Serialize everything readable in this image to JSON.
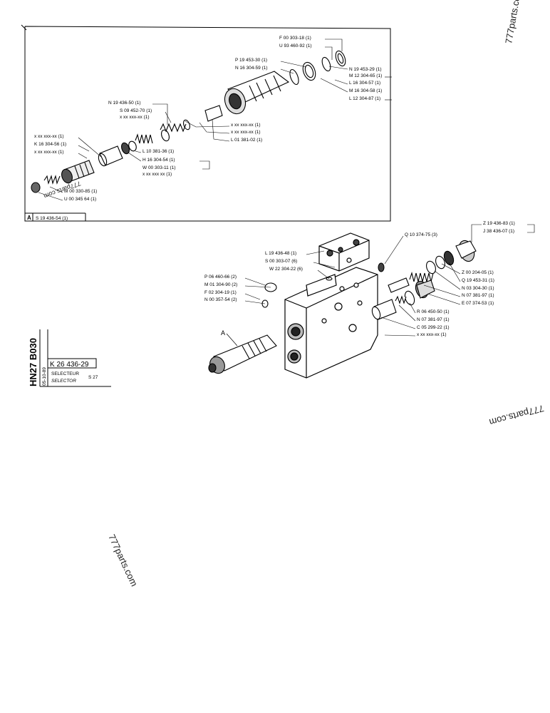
{
  "inset": {
    "labels": [
      "F 00 303-18 (1)",
      "U 93 460-92 (1)",
      "P 19 453-30 (1)",
      "N 16 304-59 (1)",
      "N 19 453-29 (1)",
      "M 12 304-65 (1)",
      "L 16 304-57 (1)",
      "M 16 304-58 (1)",
      "L 12 304-87 (1)",
      "N 19 436-50 (1)",
      "S 09 452-70 (1)",
      "x xx xxx-xx (1)",
      "x xx xxx-xx (1)",
      "x xx xxx-xx (1)",
      "L 01 381-02 (1)",
      "x xx xxx-xx (1)",
      "K 16 304-56 (1)",
      "x xx xxx-xx (1)",
      "L 10 381-36 (1)",
      "H 16 304-54 (1)",
      "W 00 303-11 (1)",
      "x xx xxx xx (1)",
      "M 00 330-85 (1)",
      "U 00 345 64 (1)"
    ],
    "key_letter": "A",
    "key_text": "S 19 436-54 (1)"
  },
  "main": {
    "labels_right": [
      "Z 19 436-83 (1)",
      "J 38 436-07 (1)",
      "Q 10 374-75 (3)",
      "Z 00 204-05 (1)",
      "Q 19 453-31 (1)",
      "N 03 304-30 (1)",
      "N 07 381-97 (1)",
      "E 07 374-53 (1)",
      "R 06 450-50 (1)",
      "N 07 381-97 (1)",
      "C 05 299-22 (1)",
      "x xx xxx-xx (1)"
    ],
    "labels_left": [
      "L 19 436-48 (1)",
      "S 00 303-07 (6)",
      "W 22 304-22 (6)",
      "P 06 460-66 (2)",
      "M 01 304-90 (2)",
      "F 02 304-19 (1)",
      "N 00 357-54 (2)"
    ],
    "callout_a": "A"
  },
  "titleblock": {
    "code": "HN27 B030",
    "date": "05-10-89",
    "part": "K 26 436-29",
    "name_fr": "SELECTEUR",
    "name_en": "SELECTOR",
    "model": "S 27"
  },
  "watermarks": [
    "777parts.com",
    "777parts.com",
    "777parts.com",
    "777parts.com"
  ]
}
